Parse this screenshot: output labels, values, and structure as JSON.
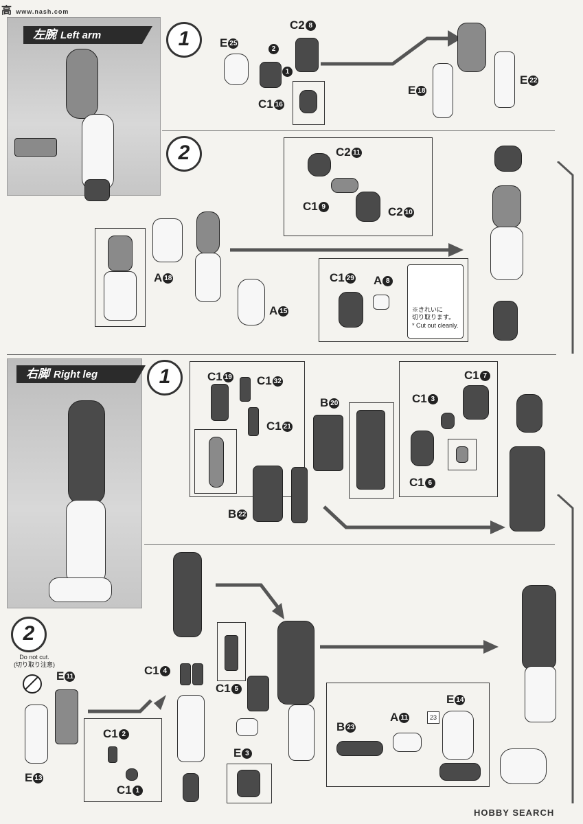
{
  "watermark_top": {
    "cn": "高",
    "site": "www.nash.com"
  },
  "watermark_bottom": "HOBBY SEARCH",
  "sections": [
    {
      "banner_jp": "左腕",
      "banner_en": "Left arm"
    },
    {
      "banner_jp": "右脚",
      "banner_en": "Right leg"
    }
  ],
  "steps": {
    "s1": "1",
    "s2": "2",
    "s3": "1",
    "s4": "2"
  },
  "arrows": {
    "a": "1",
    "b": "2"
  },
  "parts": {
    "c2_8": {
      "l": "C2",
      "n": "8"
    },
    "e_25": {
      "l": "E",
      "n": "25"
    },
    "c1_16": {
      "l": "C1",
      "n": "16"
    },
    "e_18": {
      "l": "E",
      "n": "18"
    },
    "e_22": {
      "l": "E",
      "n": "22"
    },
    "c2_11": {
      "l": "C2",
      "n": "11"
    },
    "c1_9": {
      "l": "C1",
      "n": "9"
    },
    "c2_10": {
      "l": "C2",
      "n": "10"
    },
    "a_18": {
      "l": "A",
      "n": "18"
    },
    "a_15": {
      "l": "A",
      "n": "15"
    },
    "c1_29": {
      "l": "C1",
      "n": "29"
    },
    "a_8": {
      "l": "A",
      "n": "8"
    },
    "c1_19": {
      "l": "C1",
      "n": "19"
    },
    "c1_32": {
      "l": "C1",
      "n": "32"
    },
    "c1_21": {
      "l": "C1",
      "n": "21"
    },
    "b_20": {
      "l": "B",
      "n": "20"
    },
    "b_22": {
      "l": "B",
      "n": "22"
    },
    "c1_7": {
      "l": "C1",
      "n": "7"
    },
    "c1_3": {
      "l": "C1",
      "n": "3"
    },
    "c1_6": {
      "l": "C1",
      "n": "6"
    },
    "e_11": {
      "l": "E",
      "n": "11"
    },
    "e_13": {
      "l": "E",
      "n": "13"
    },
    "c1_4": {
      "l": "C1",
      "n": "4"
    },
    "c1_5": {
      "l": "C1",
      "n": "5"
    },
    "e_3": {
      "l": "E",
      "n": "3"
    },
    "c1_2": {
      "l": "C1",
      "n": "2"
    },
    "c1_1": {
      "l": "C1",
      "n": "1"
    },
    "a_11": {
      "l": "A",
      "n": "11"
    },
    "e_14": {
      "l": "E",
      "n": "14"
    },
    "b_23": {
      "l": "B",
      "n": "23"
    }
  },
  "notes": {
    "cut_jp1": "※きれいに",
    "cut_jp2": "切り取ります。",
    "cut_en": "* Cut out cleanly.",
    "dnc_en": "Do not cut.",
    "dnc_jp": "(切り取り注意)",
    "ref_23": "23"
  }
}
